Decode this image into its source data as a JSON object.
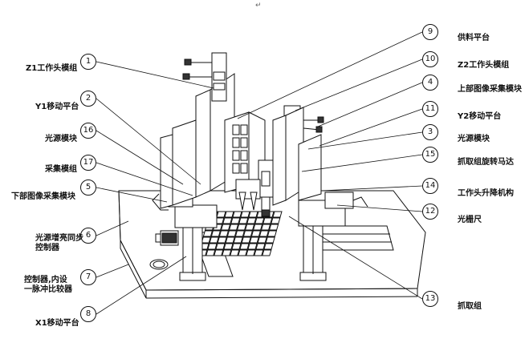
{
  "return_mark": "↵",
  "left_labels": [
    {
      "num": "1",
      "text": "Z1工作头模组"
    },
    {
      "num": "2",
      "text": "Y1移动平台"
    },
    {
      "num": "16",
      "text": "光源模块"
    },
    {
      "num": "17",
      "text": "采集模组"
    },
    {
      "num": "5",
      "text": "下部图像采集模块"
    },
    {
      "num": "6",
      "text": "光源增亮同步控制器"
    },
    {
      "num": "7",
      "text": "控制器,内设一脉冲比较器"
    },
    {
      "num": "8",
      "text": "X1移动平台"
    }
  ],
  "right_labels": [
    {
      "num": "9",
      "text": "供料平台"
    },
    {
      "num": "10",
      "text": "Z2工作头模组"
    },
    {
      "num": "4",
      "text": "上部图像采集模块"
    },
    {
      "num": "11",
      "text": "Y2移动平台"
    },
    {
      "num": "3",
      "text": "光源模块"
    },
    {
      "num": "15",
      "text": "抓取组旋转马达"
    },
    {
      "num": "14",
      "text": "工作头升降机构"
    },
    {
      "num": "12",
      "text": "光栅尺"
    },
    {
      "num": "13",
      "text": "抓取组"
    }
  ]
}
